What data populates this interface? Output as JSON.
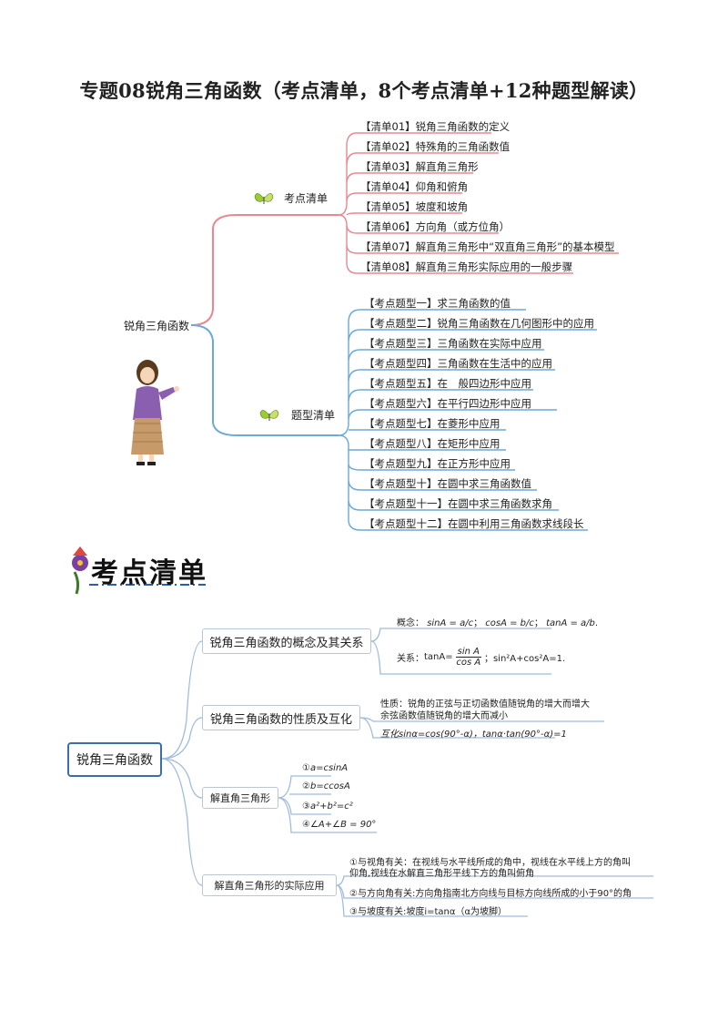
{
  "title": "专题08锐角三角函数（考点清单，8个考点清单+12种题型解读）",
  "map1": {
    "root": "锐角三角函数",
    "branch_list": {
      "label": "考点清单",
      "items": [
        "【清单01】锐角三角函数的定义",
        "【清单02】特殊角的三角函数值",
        "【清单03】解直角三角形",
        "【清单04】仰角和俯角",
        "【清单05】坡度和坡角",
        "【清单06】方向角（或方位角）",
        "【清单07】解直角三角形中“双直角三角形”的基本模型",
        "【清单08】解直角三角形实际应用的一般步骤"
      ]
    },
    "branch_types": {
      "label": "题型清单",
      "items": [
        "【考点题型一】求三角函数的值",
        "【考点题型二】锐角三角函数在几何图形中的应用",
        "【考点题型三】三角函数在实际中应用",
        "【考点题型四】三角函数在生活中的应用",
        "【考点题型五】在　般四边形中应用",
        "【考点题型六】在平行四边形中应用",
        "【考点题型七】在菱形中应用",
        "【考点题型八】在矩形中应用",
        "【考点题型九】在正方形中应用",
        "【考点题型十】在圆中求三角函数值",
        "【考点题型十一】在圆中求三角函数求角",
        "【考点题型十二】在圆中利用三角函数求线段长"
      ]
    }
  },
  "banner": {
    "text": "考点清单"
  },
  "map2": {
    "root": "锐角三角函数",
    "b1": {
      "label": "锐角三角函数的概念及其关系",
      "concept_prefix": "概念：",
      "concept_sin": "sinA = a/c",
      "concept_cos": "cosA = b/c",
      "concept_tan": "tanA = a/b",
      "rel_prefix": "关系：",
      "rel_lhs": "tanA=",
      "rel_num": "sin A",
      "rel_den": "cos A",
      "rel_rest": "；sin²A+cos²A=1."
    },
    "b2": {
      "label": "锐角三角函数的性质及互化",
      "prop1": "性质：锐角的正弦与正切函数值随锐角的增大而增大",
      "prop2": "余弦函数值随锐角的增大而减小",
      "conv": "互化sinα=cos(90°-α)，tanα·tan(90°-α)=1"
    },
    "b3": {
      "label": "解直角三角形",
      "items": [
        "①a=csinA",
        "②b=ccosA",
        "③a²+b²=c²",
        "④∠A+∠B = 90°"
      ]
    },
    "b4": {
      "label": "解直角三角形的实际应用",
      "items": [
        "①与视角有关：在视线与水平线所成的角中，视线在水平线上方的角叫",
        "仰角,视线在水解直三角形平线下方的角叫俯角",
        "②与方向角有关:方向角指南北方向线与目标方向线所成的小于90°的角",
        "③与坡度有关:坡度i=tanα（α为坡脚）"
      ]
    }
  }
}
